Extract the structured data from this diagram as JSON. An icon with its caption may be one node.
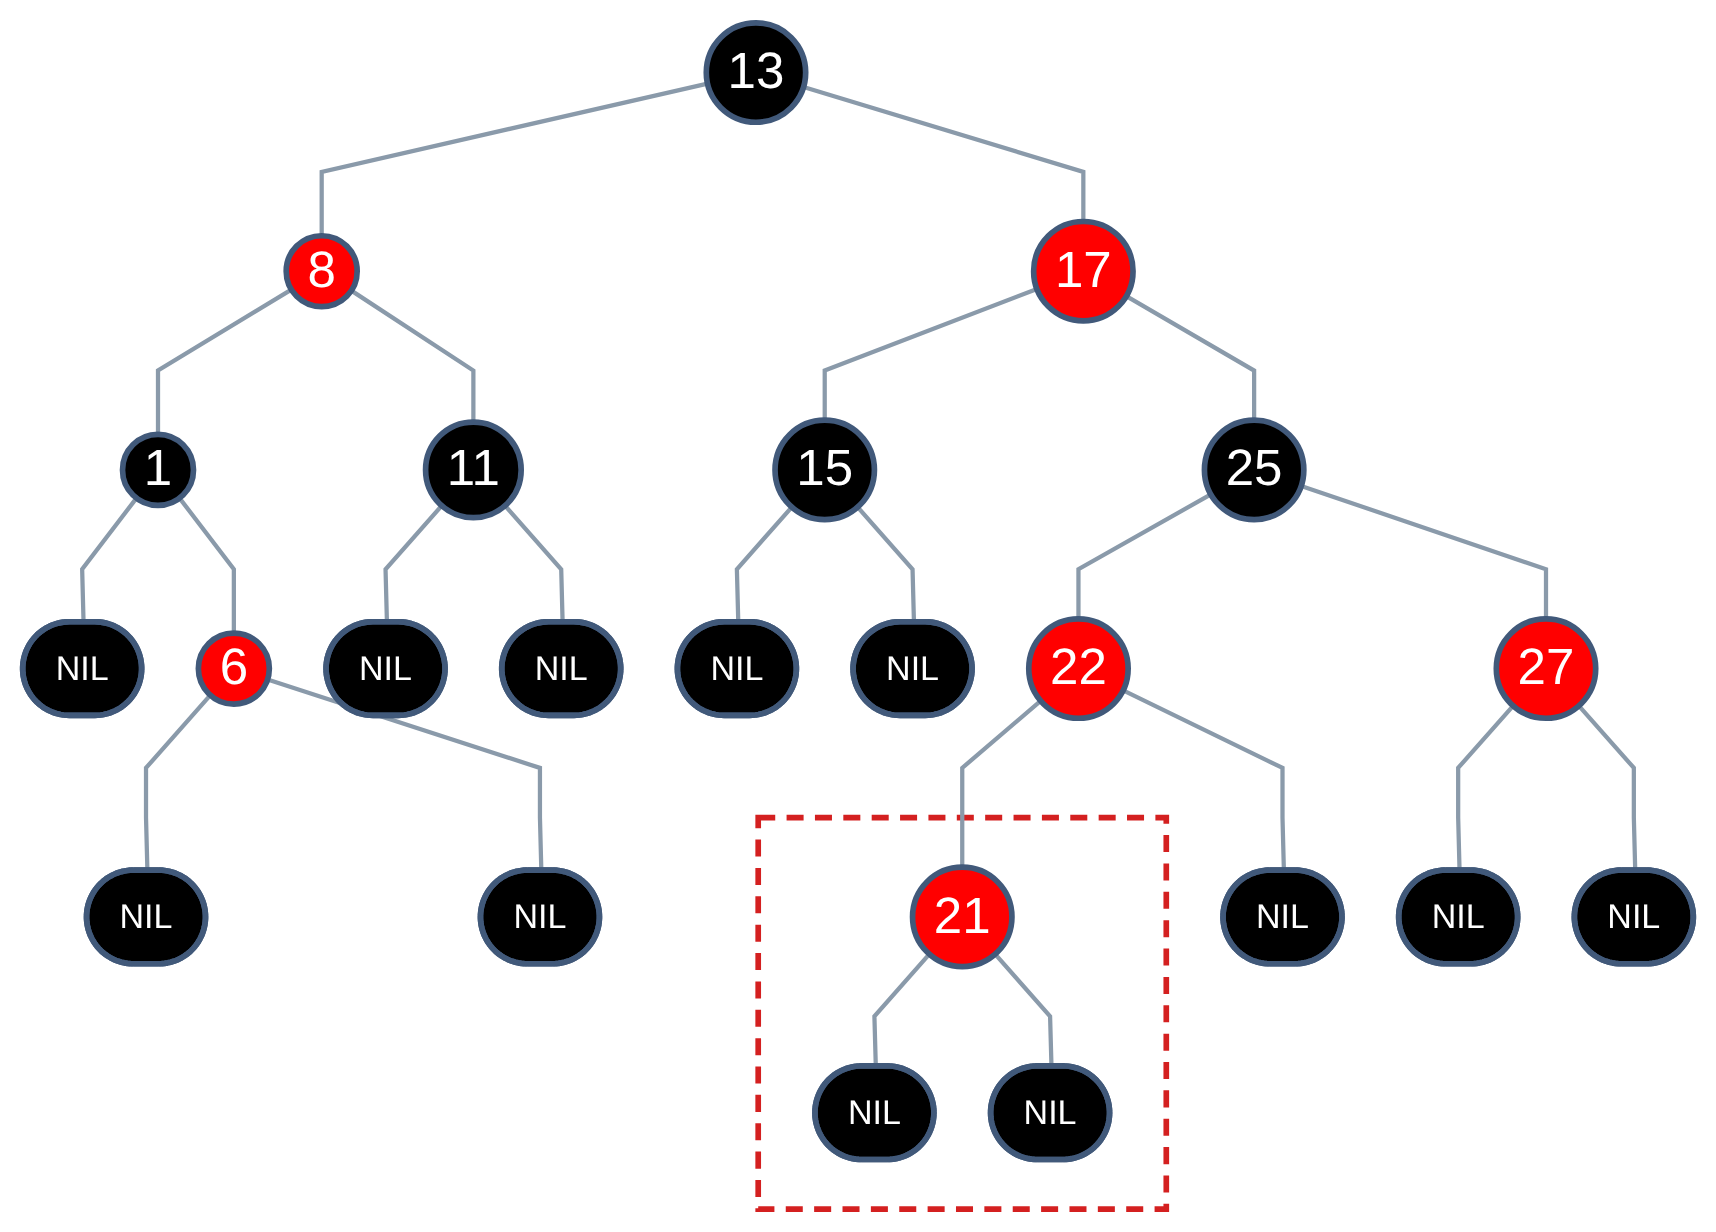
{
  "diagram": {
    "nodes": [
      {
        "text": [
          "13"
        ]
      },
      {
        "text": [
          "8"
        ]
      },
      {
        "text": [
          "17"
        ]
      },
      {
        "text": [
          "1"
        ]
      },
      {
        "text": [
          "11"
        ]
      },
      {
        "text": [
          "15"
        ]
      },
      {
        "text": [
          "25"
        ]
      },
      {
        "text": [
          "NIL"
        ]
      },
      {
        "text": [
          "6"
        ]
      },
      {
        "text": [
          "NIL"
        ]
      },
      {
        "text": [
          "NIL"
        ]
      },
      {
        "text": [
          "NIL"
        ]
      },
      {
        "text": [
          "NIL"
        ]
      },
      {
        "text": [
          "22"
        ]
      },
      {
        "text": [
          "27"
        ]
      },
      {
        "text": [
          "NIL"
        ]
      },
      {
        "text": [
          "NIL"
        ]
      },
      {
        "text": [],
        "shape": "box"
      },
      {
        "text": [
          "21"
        ],
        "in": 17
      },
      {
        "text": [
          "NIL"
        ]
      },
      {
        "text": [
          "NIL"
        ]
      },
      {
        "text": [
          "NIL"
        ]
      },
      {
        "text": [
          "NIL"
        ],
        "in": 17
      },
      {
        "text": [
          "NIL"
        ],
        "in": 17
      }
    ],
    "edges": [
      {
        "from": 0,
        "to": 1,
        "arrow": "none"
      },
      {
        "from": 0,
        "to": 2,
        "arrow": "none"
      },
      {
        "from": 1,
        "to": 3,
        "arrow": "none"
      },
      {
        "from": 1,
        "to": 4,
        "arrow": "none"
      },
      {
        "from": 2,
        "to": 5,
        "arrow": "none"
      },
      {
        "from": 2,
        "to": 6,
        "arrow": "none"
      },
      {
        "from": 3,
        "to": 7,
        "arrow": "none"
      },
      {
        "from": 3,
        "to": 8,
        "arrow": "none"
      },
      {
        "from": 4,
        "to": 9,
        "arrow": "none"
      },
      {
        "from": 4,
        "to": 10,
        "arrow": "none"
      },
      {
        "from": 5,
        "to": 11,
        "arrow": "none"
      },
      {
        "from": 5,
        "to": 12,
        "arrow": "none"
      },
      {
        "from": 6,
        "to": 13,
        "arrow": "none"
      },
      {
        "from": 6,
        "to": 14,
        "arrow": "none"
      },
      {
        "from": 8,
        "to": 15,
        "arrow": "none"
      },
      {
        "from": 8,
        "to": 16,
        "arrow": "none"
      },
      {
        "from": 13,
        "to": 18,
        "arrow": "none"
      },
      {
        "from": 13,
        "to": 19,
        "arrow": "none"
      },
      {
        "from": 14,
        "to": 20,
        "arrow": "none"
      },
      {
        "from": 14,
        "to": 21,
        "arrow": "none"
      },
      {
        "from": 18,
        "to": 22,
        "arrow": "none"
      },
      {
        "from": 18,
        "to": 23,
        "arrow": "none"
      }
    ]
  }
}
